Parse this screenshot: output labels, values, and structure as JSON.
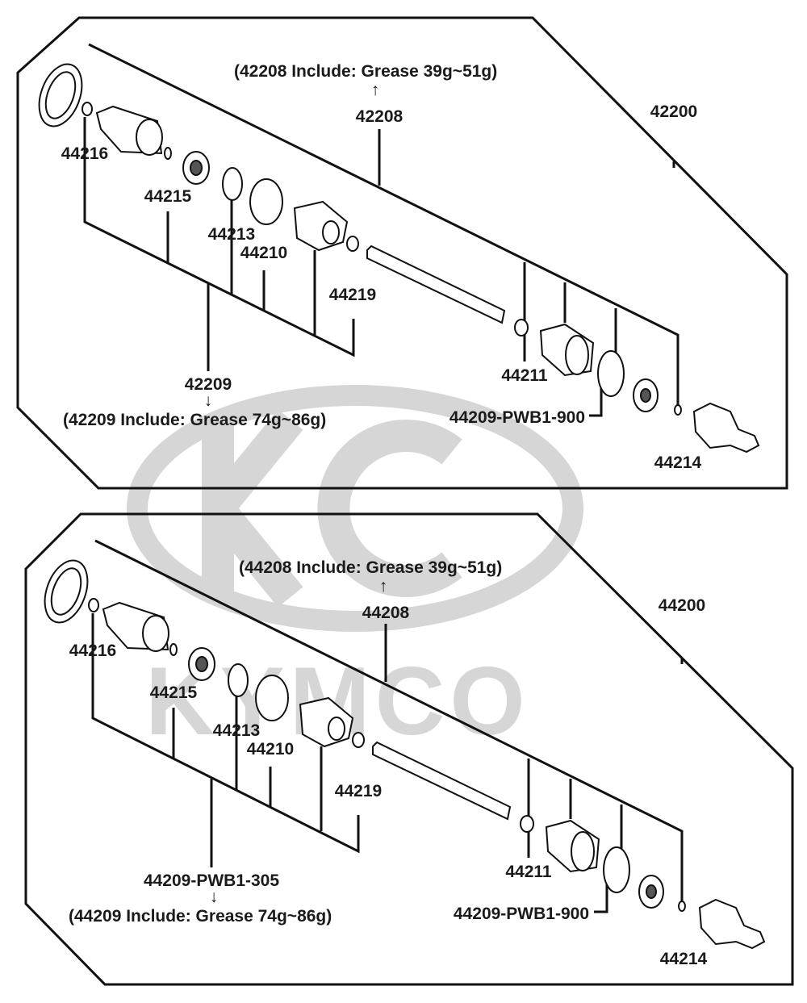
{
  "watermark": {
    "brand": "KYMCO",
    "color": "#d6d6d6"
  },
  "panels": [
    {
      "assembly": "42200",
      "note_top": "(42208 Include: Grease  39g~51g)",
      "label_top": "42208",
      "label_left_group": "42209",
      "note_bottom": "(42209 Include: Grease  74g~86g)",
      "parts": {
        "p44216": "44216",
        "p44215": "44215",
        "p44213": "44213",
        "p44210": "44210",
        "p44219": "44219",
        "p44211": "44211",
        "p44209b": "44209-PWB1-900",
        "p44214": "44214"
      }
    },
    {
      "assembly": "44200",
      "note_top": "(44208 Include: Grease  39g~51g)",
      "label_top": "44208",
      "label_left_group": "44209-PWB1-305",
      "note_bottom": "(44209 Include: Grease  74g~86g)",
      "parts": {
        "p44216": "44216",
        "p44215": "44215",
        "p44213": "44213",
        "p44210": "44210",
        "p44219": "44219",
        "p44211": "44211",
        "p44209b": "44209-PWB1-900",
        "p44214": "44214"
      }
    }
  ]
}
